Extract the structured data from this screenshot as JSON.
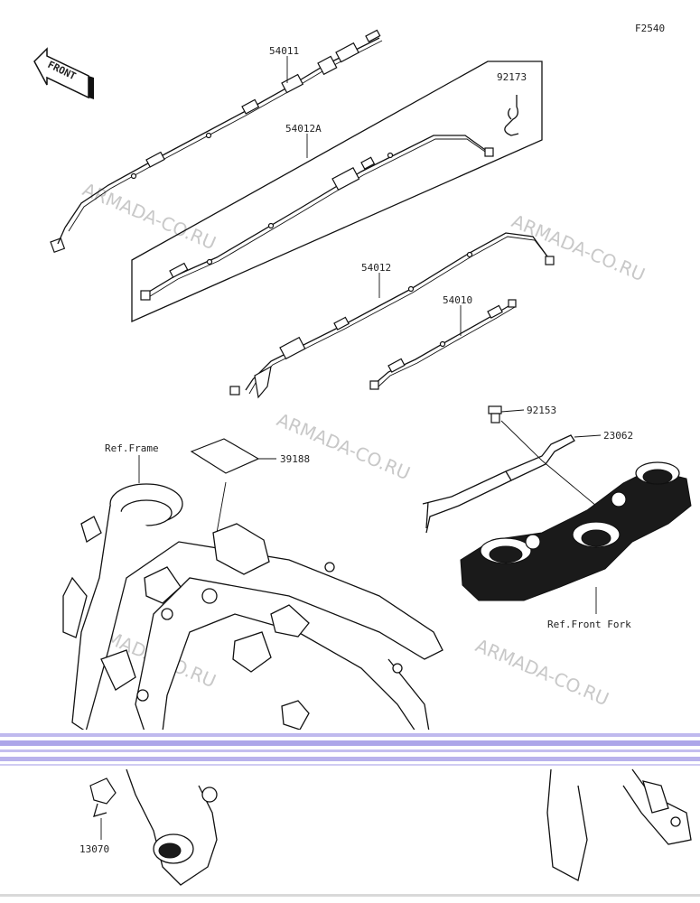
{
  "figure_code": "F2540",
  "front_label": "FRONT",
  "watermark": "ARMADA-CO.RU",
  "parts": {
    "p54011": "54011",
    "p54012A": "54012A",
    "p92173": "92173",
    "p54012": "54012",
    "p54010": "54010",
    "p92153": "92153",
    "p23062": "23062",
    "p39188": "39188",
    "p13070": "13070"
  },
  "refs": {
    "frame": "Ref.Frame",
    "front_fork": "Ref.Front Fork"
  },
  "colors": {
    "ink": "#111111",
    "watermark": "#c8c8c8",
    "scan_band": "#8a80e0"
  }
}
